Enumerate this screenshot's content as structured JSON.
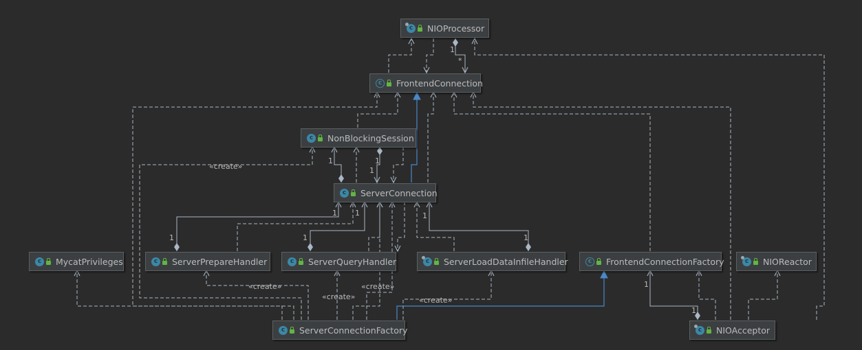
{
  "classes": {
    "nio_processor": {
      "label": "NIOProcessor"
    },
    "frontend_connection": {
      "label": "FrontendConnection"
    },
    "non_blocking_session": {
      "label": "NonBlockingSession"
    },
    "server_connection": {
      "label": "ServerConnection"
    },
    "mycat_privileges": {
      "label": "MycatPrivileges"
    },
    "server_prepare_handler": {
      "label": "ServerPrepareHandler"
    },
    "server_query_handler": {
      "label": "ServerQueryHandler"
    },
    "server_load_data_infile_handler": {
      "label": "ServerLoadDataInfileHandler"
    },
    "frontend_connection_factory": {
      "label": "FrontendConnectionFactory"
    },
    "nio_reactor": {
      "label": "NIOReactor"
    },
    "server_connection_factory": {
      "label": "ServerConnectionFactory"
    },
    "nio_acceptor": {
      "label": "NIOAcceptor"
    }
  },
  "labels": {
    "create": "«create»",
    "one": "1",
    "many": "*"
  },
  "colors": {
    "background": "#2b2b2b",
    "node_fill": "#3c3f41",
    "edge": "#a9b7c6",
    "inherit_edge": "#4a88c7",
    "text": "#bbbbbb",
    "class_icon": "#3d87a6",
    "lock_icon": "#62b543"
  }
}
